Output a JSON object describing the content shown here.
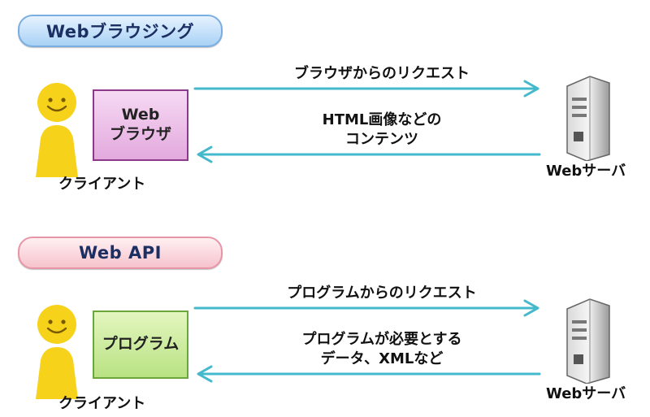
{
  "web_browsing": {
    "title": "Webブラウジング",
    "client_label": "クライアント",
    "box_line1": "Web",
    "box_line2": "ブラウザ",
    "request_label": "ブラウザからのリクエスト",
    "response_line1": "HTML画像などの",
    "response_line2": "コンテンツ",
    "server_label": "Webサーバ"
  },
  "web_api": {
    "title": "Web API",
    "client_label": "クライアント",
    "box_label": "プログラム",
    "request_label": "プログラムからのリクエスト",
    "response_line1": "プログラムが必要とする",
    "response_line2": "データ、XMLなど",
    "server_label": "Webサーバ"
  },
  "colors": {
    "arrow": "#45b9cc",
    "person": "#f7d21a",
    "browser_box": "#e3a9de",
    "program_box": "#b9e283"
  }
}
